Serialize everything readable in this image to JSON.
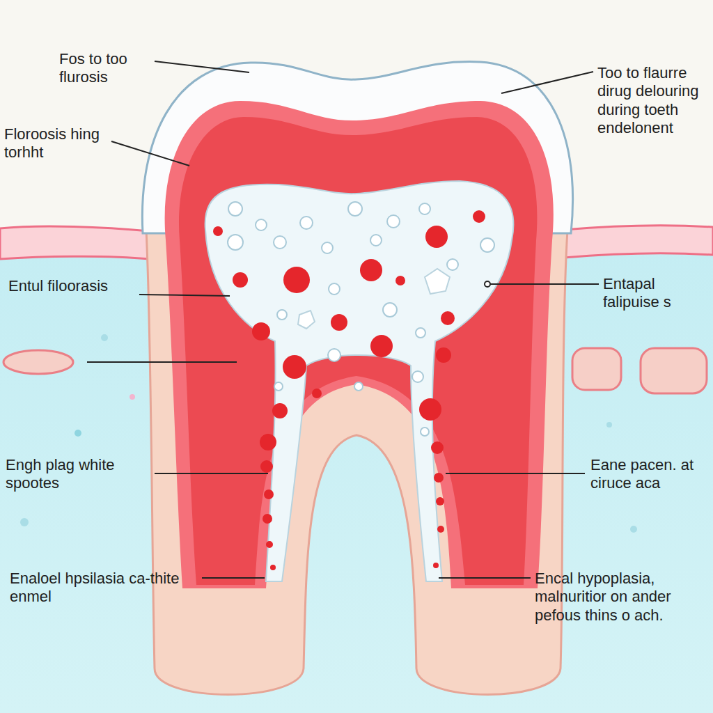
{
  "diagram": {
    "labels": [
      "Fos to too flurosis",
      "Floroosis hing torhht",
      "Entul filoorasis",
      "Engh plag white spootes",
      "Enaloel hpsilasia ca-thite enmel",
      "Too to flaurre dirug delouring during toeth endelonent",
      "Entapal falipuise s",
      "Eane pacen. at ciruce aca",
      "Encal hypoplasia, malnuritior on ander pefous thins o ach."
    ]
  }
}
